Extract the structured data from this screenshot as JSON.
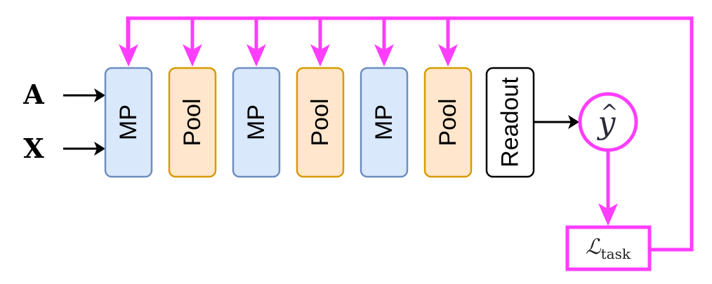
{
  "inputs": {
    "a": "A",
    "x": "X"
  },
  "blocks": [
    {
      "label": "MP",
      "kind": "mp"
    },
    {
      "label": "Pool",
      "kind": "pool"
    },
    {
      "label": "MP",
      "kind": "mp"
    },
    {
      "label": "Pool",
      "kind": "pool"
    },
    {
      "label": "MP",
      "kind": "mp"
    },
    {
      "label": "Pool",
      "kind": "pool"
    }
  ],
  "readout": "Readout",
  "output": {
    "y": "y",
    "hat": "^"
  },
  "loss": {
    "symbol": "ℒ",
    "subscript": "task"
  },
  "colors": {
    "mp_fill": "#dae8fc",
    "mp_stroke": "#6c8ebf",
    "pool_fill": "#ffe6cc",
    "pool_stroke": "#d79b00",
    "feedback": "#ff3dff",
    "arrow": "#000000"
  }
}
